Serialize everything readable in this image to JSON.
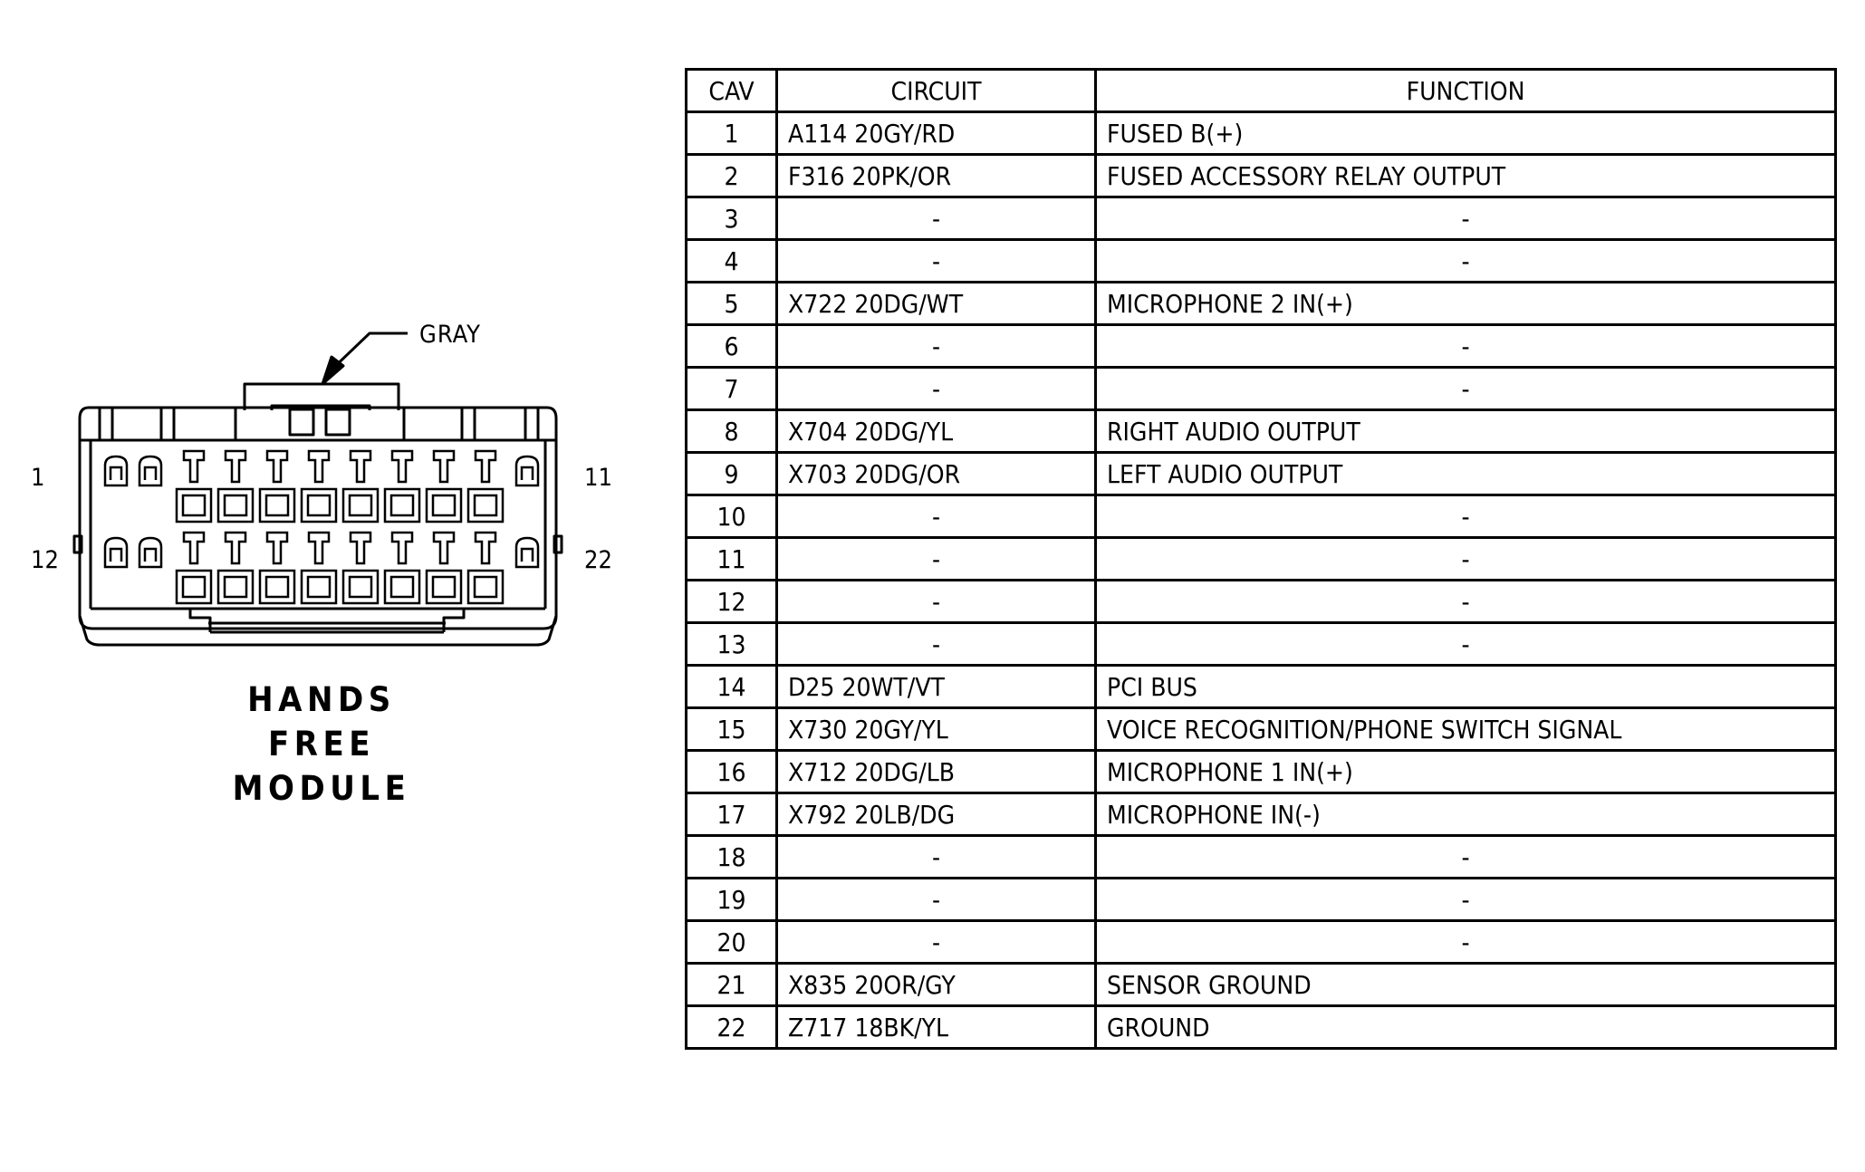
{
  "connector": {
    "color_label": "GRAY",
    "pin_labels": {
      "top_left": "1",
      "top_right": "11",
      "bottom_left": "12",
      "bottom_right": "22"
    },
    "title_lines": [
      "HANDS",
      "FREE",
      "MODULE"
    ]
  },
  "table": {
    "headers": {
      "cav": "CAV",
      "circuit": "CIRCUIT",
      "function": "FUNCTION"
    },
    "rows": [
      {
        "cav": "1",
        "circuit": "A114 20GY/RD",
        "function": "FUSED B(+)"
      },
      {
        "cav": "2",
        "circuit": "F316 20PK/OR",
        "function": "FUSED ACCESSORY RELAY OUTPUT"
      },
      {
        "cav": "3",
        "circuit": "-",
        "function": "-"
      },
      {
        "cav": "4",
        "circuit": "-",
        "function": "-"
      },
      {
        "cav": "5",
        "circuit": "X722 20DG/WT",
        "function": "MICROPHONE 2 IN(+)"
      },
      {
        "cav": "6",
        "circuit": "-",
        "function": "-"
      },
      {
        "cav": "7",
        "circuit": "-",
        "function": "-"
      },
      {
        "cav": "8",
        "circuit": "X704 20DG/YL",
        "function": "RIGHT AUDIO OUTPUT"
      },
      {
        "cav": "9",
        "circuit": "X703 20DG/OR",
        "function": "LEFT AUDIO OUTPUT"
      },
      {
        "cav": "10",
        "circuit": "-",
        "function": "-"
      },
      {
        "cav": "11",
        "circuit": "-",
        "function": "-"
      },
      {
        "cav": "12",
        "circuit": "-",
        "function": "-"
      },
      {
        "cav": "13",
        "circuit": "-",
        "function": "-"
      },
      {
        "cav": "14",
        "circuit": "D25 20WT/VT",
        "function": "PCI BUS"
      },
      {
        "cav": "15",
        "circuit": "X730 20GY/YL",
        "function": "VOICE RECOGNITION/PHONE SWITCH SIGNAL"
      },
      {
        "cav": "16",
        "circuit": "X712 20DG/LB",
        "function": "MICROPHONE 1 IN(+)"
      },
      {
        "cav": "17",
        "circuit": "X792 20LB/DG",
        "function": "MICROPHONE IN(-)"
      },
      {
        "cav": "18",
        "circuit": "-",
        "function": "-"
      },
      {
        "cav": "19",
        "circuit": "-",
        "function": "-"
      },
      {
        "cav": "20",
        "circuit": "-",
        "function": "-"
      },
      {
        "cav": "21",
        "circuit": "X835 20OR/GY",
        "function": "SENSOR GROUND"
      },
      {
        "cav": "22",
        "circuit": "Z717 18BK/YL",
        "function": "GROUND"
      }
    ]
  }
}
